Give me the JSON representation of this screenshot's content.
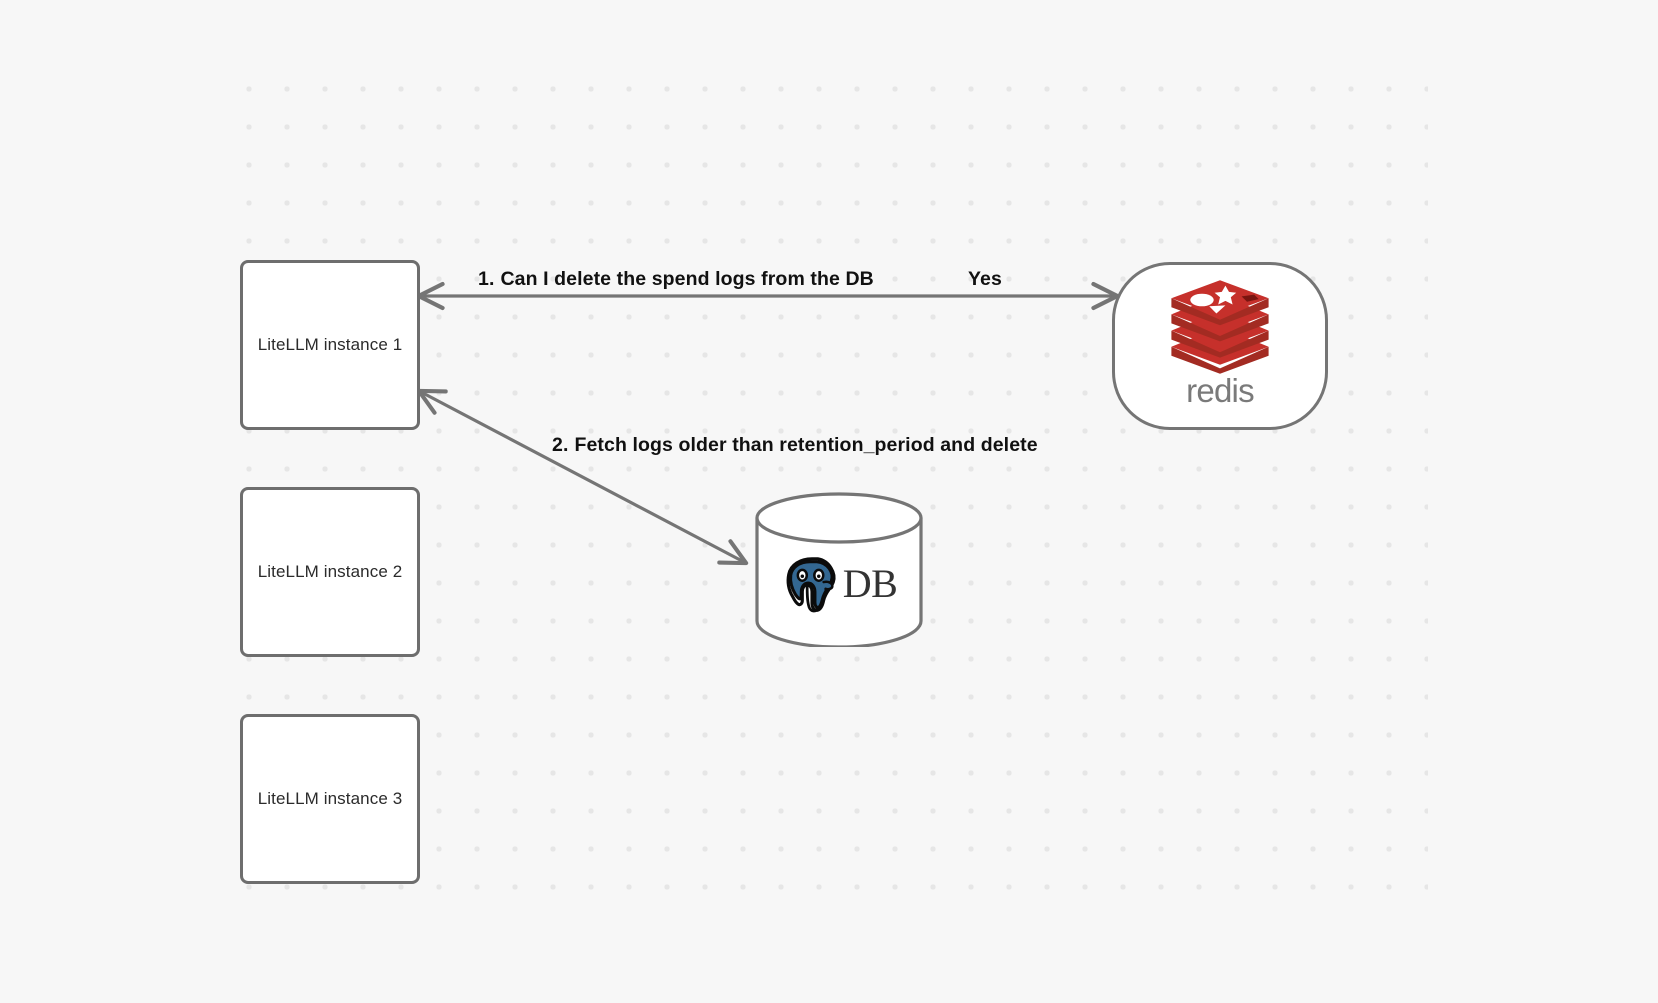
{
  "diagram": {
    "background_color": "#f7f7f7",
    "grid_dot_color": "#e6e6e6",
    "edge_color": "#757575",
    "nodes": {
      "instance_1": {
        "label": "LiteLLM instance 1"
      },
      "instance_2": {
        "label": "LiteLLM instance 2"
      },
      "instance_3": {
        "label": "LiteLLM instance 3"
      },
      "redis": {
        "label": "redis",
        "icon": "redis-logo-icon",
        "brand_color": "#c6302b",
        "wordmark_color": "#7a7a7a"
      },
      "database": {
        "label": "DB",
        "icon": "postgresql-elephant-icon",
        "brand_color": "#336791",
        "shape": "cylinder"
      }
    },
    "edges": [
      {
        "id": "edge-1",
        "from": "instance_1",
        "to": "redis",
        "label": "Can I delete the spend logs from the DB",
        "step": "1.",
        "direction": "bidirectional"
      },
      {
        "id": "edge-yes",
        "from": "redis",
        "to": "instance_1",
        "label": "Yes",
        "direction": "bidirectional"
      },
      {
        "id": "edge-2",
        "from": "instance_1",
        "to": "database",
        "label": "Fetch logs older than retention_period and delete",
        "step": "2.",
        "direction": "bidirectional"
      }
    ]
  }
}
